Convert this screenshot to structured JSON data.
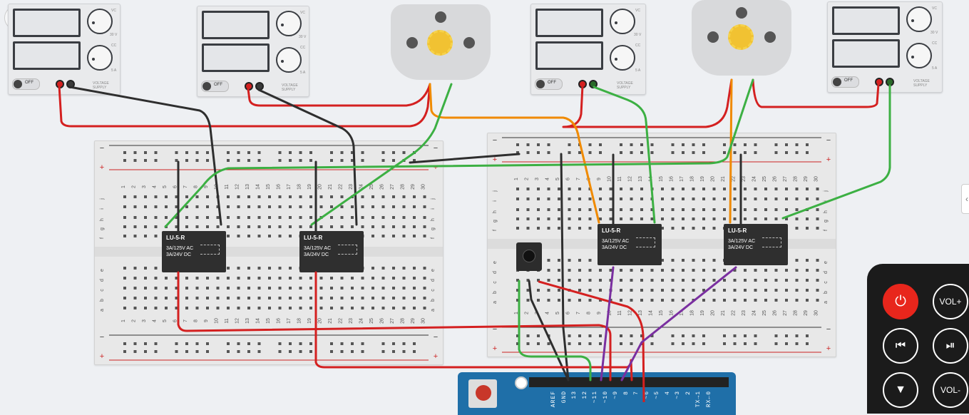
{
  "power_supply": {
    "off_label": "OFF",
    "voltage_scale": "30 V",
    "current_scale": "5 A",
    "cv_label": "VC",
    "cc_label": "CC",
    "brand": "VOLTAGE SUPPLY"
  },
  "relays": [
    {
      "model": "LU-5-R",
      "rating_ac": "3A/125V AC",
      "rating_dc": "3A/24V DC"
    },
    {
      "model": "LU-5-R",
      "rating_ac": "3A/125V AC",
      "rating_dc": "3A/24V DC"
    },
    {
      "model": "LU-5-R",
      "rating_ac": "3A/125V AC",
      "rating_dc": "3A/24V DC"
    },
    {
      "model": "LU-5-R",
      "rating_ac": "3A/125V AC",
      "rating_dc": "3A/24V DC"
    }
  ],
  "breadboard": {
    "minus": "−",
    "plus": "+",
    "rows_top": [
      "j",
      "i",
      "h",
      "g",
      "f"
    ],
    "rows_bottom": [
      "e",
      "d",
      "c",
      "b",
      "a"
    ],
    "columns": [
      "1",
      "2",
      "3",
      "4",
      "5",
      "6",
      "7",
      "8",
      "9",
      "10",
      "11",
      "12",
      "13",
      "14",
      "15",
      "16",
      "17",
      "18",
      "19",
      "20",
      "21",
      "22",
      "23",
      "24",
      "25",
      "26",
      "27",
      "28",
      "29",
      "30"
    ]
  },
  "arduino": {
    "pins": [
      "AREF",
      "GND",
      "13",
      "12",
      "~11",
      "~10",
      "~9",
      "8",
      "7",
      "~6",
      "~5",
      "4",
      "~3",
      "2",
      "TX→1",
      "RX←0"
    ]
  },
  "remote": {
    "power_icon": "power-icon",
    "vol_up": "VOL+",
    "vol_down": "VOL-",
    "prev_icon": "skip-back-icon",
    "play_icon": "play-pause-icon",
    "down_icon": "arrow-down-icon"
  },
  "wire_colors": {
    "red": "#d42020",
    "black": "#2e2e2e",
    "green": "#3cb043",
    "orange": "#f08a00",
    "purple": "#7a2fa0"
  }
}
